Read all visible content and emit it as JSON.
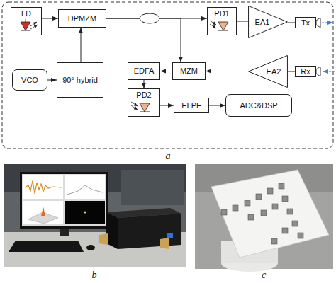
{
  "diagram": {
    "nodes": [
      {
        "text": [
          "LD"
        ]
      },
      {
        "text": [
          "DPMZM"
        ]
      },
      {
        "text": [
          "PD1"
        ]
      },
      {
        "text": [
          "EA1"
        ]
      },
      {
        "text": [
          "Tx"
        ]
      },
      {
        "text": [
          "VCO"
        ]
      },
      {
        "text": [
          "90° hybrid"
        ]
      },
      {
        "text": [
          "EDFA"
        ]
      },
      {
        "text": [
          "MZM"
        ]
      },
      {
        "text": [
          "EA2"
        ]
      },
      {
        "text": [
          "Rx"
        ]
      },
      {
        "text": [
          "PD2"
        ]
      },
      {
        "text": [
          "ELPF"
        ]
      },
      {
        "text": [
          "ADC&DSP"
        ]
      }
    ],
    "edges": [
      {
        "from": 0,
        "to": 1,
        "arrow": "to"
      },
      {
        "from": 5,
        "to": 6,
        "arrow": "to"
      },
      {
        "from": 6,
        "to": 1,
        "arrow": "to"
      },
      {
        "from": 1,
        "to": 2,
        "arrow": "to"
      },
      {
        "from": 1,
        "to": 8,
        "arrow": "to"
      },
      {
        "from": 2,
        "to": 3,
        "arrow": "none"
      },
      {
        "from": 3,
        "to": 4,
        "arrow": "none"
      },
      {
        "from": 10,
        "to": 9,
        "arrow": "none"
      },
      {
        "from": 9,
        "to": 8,
        "arrow": "to"
      },
      {
        "from": 8,
        "to": 7,
        "arrow": "to"
      },
      {
        "from": 7,
        "to": 11,
        "arrow": "to"
      },
      {
        "from": 11,
        "to": 12,
        "arrow": "to"
      },
      {
        "from": 12,
        "to": 13,
        "arrow": "to"
      }
    ],
    "labels": [
      "a",
      "b",
      "c"
    ]
  }
}
